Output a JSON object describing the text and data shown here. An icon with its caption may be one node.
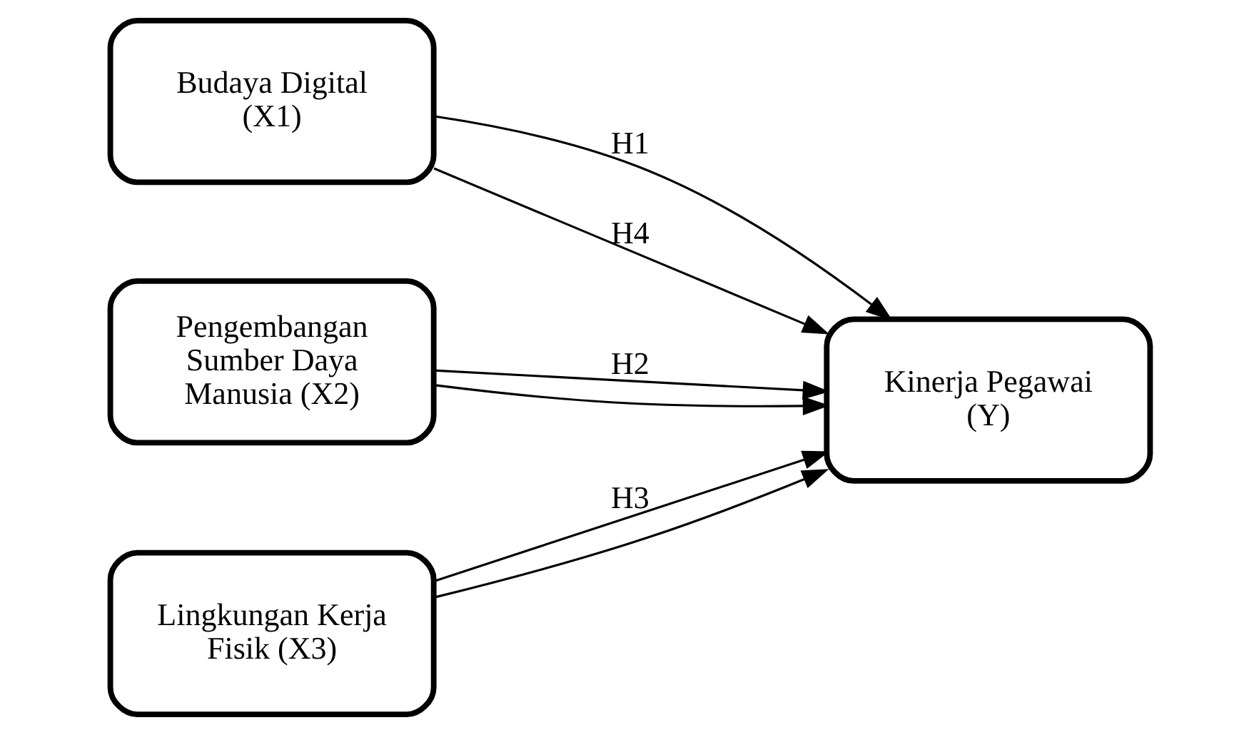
{
  "diagram": {
    "nodes": [
      {
        "text": [
          "Budaya Digital (X1)"
        ]
      },
      {
        "text": [
          "Pengembangan Sumber Daya Manusia (X2)"
        ]
      },
      {
        "text": [
          "Lingkungan Kerja Fisik (X3)"
        ]
      },
      {
        "text": [
          "Kinerja Pegawai (Y)"
        ]
      }
    ],
    "edges": [
      {
        "from": 0,
        "to": 3,
        "arrow": "to",
        "label": "H1"
      },
      {
        "from": 1,
        "to": 3,
        "arrow": "to",
        "label": "H2"
      },
      {
        "from": 2,
        "to": 3,
        "arrow": "to",
        "label": "H3"
      },
      {
        "from": 0,
        "to": 3,
        "arrow": "to",
        "label": "H4"
      },
      {
        "from": 1,
        "to": 3,
        "arrow": "to"
      },
      {
        "from": 2,
        "to": 3,
        "arrow": "to"
      }
    ]
  }
}
